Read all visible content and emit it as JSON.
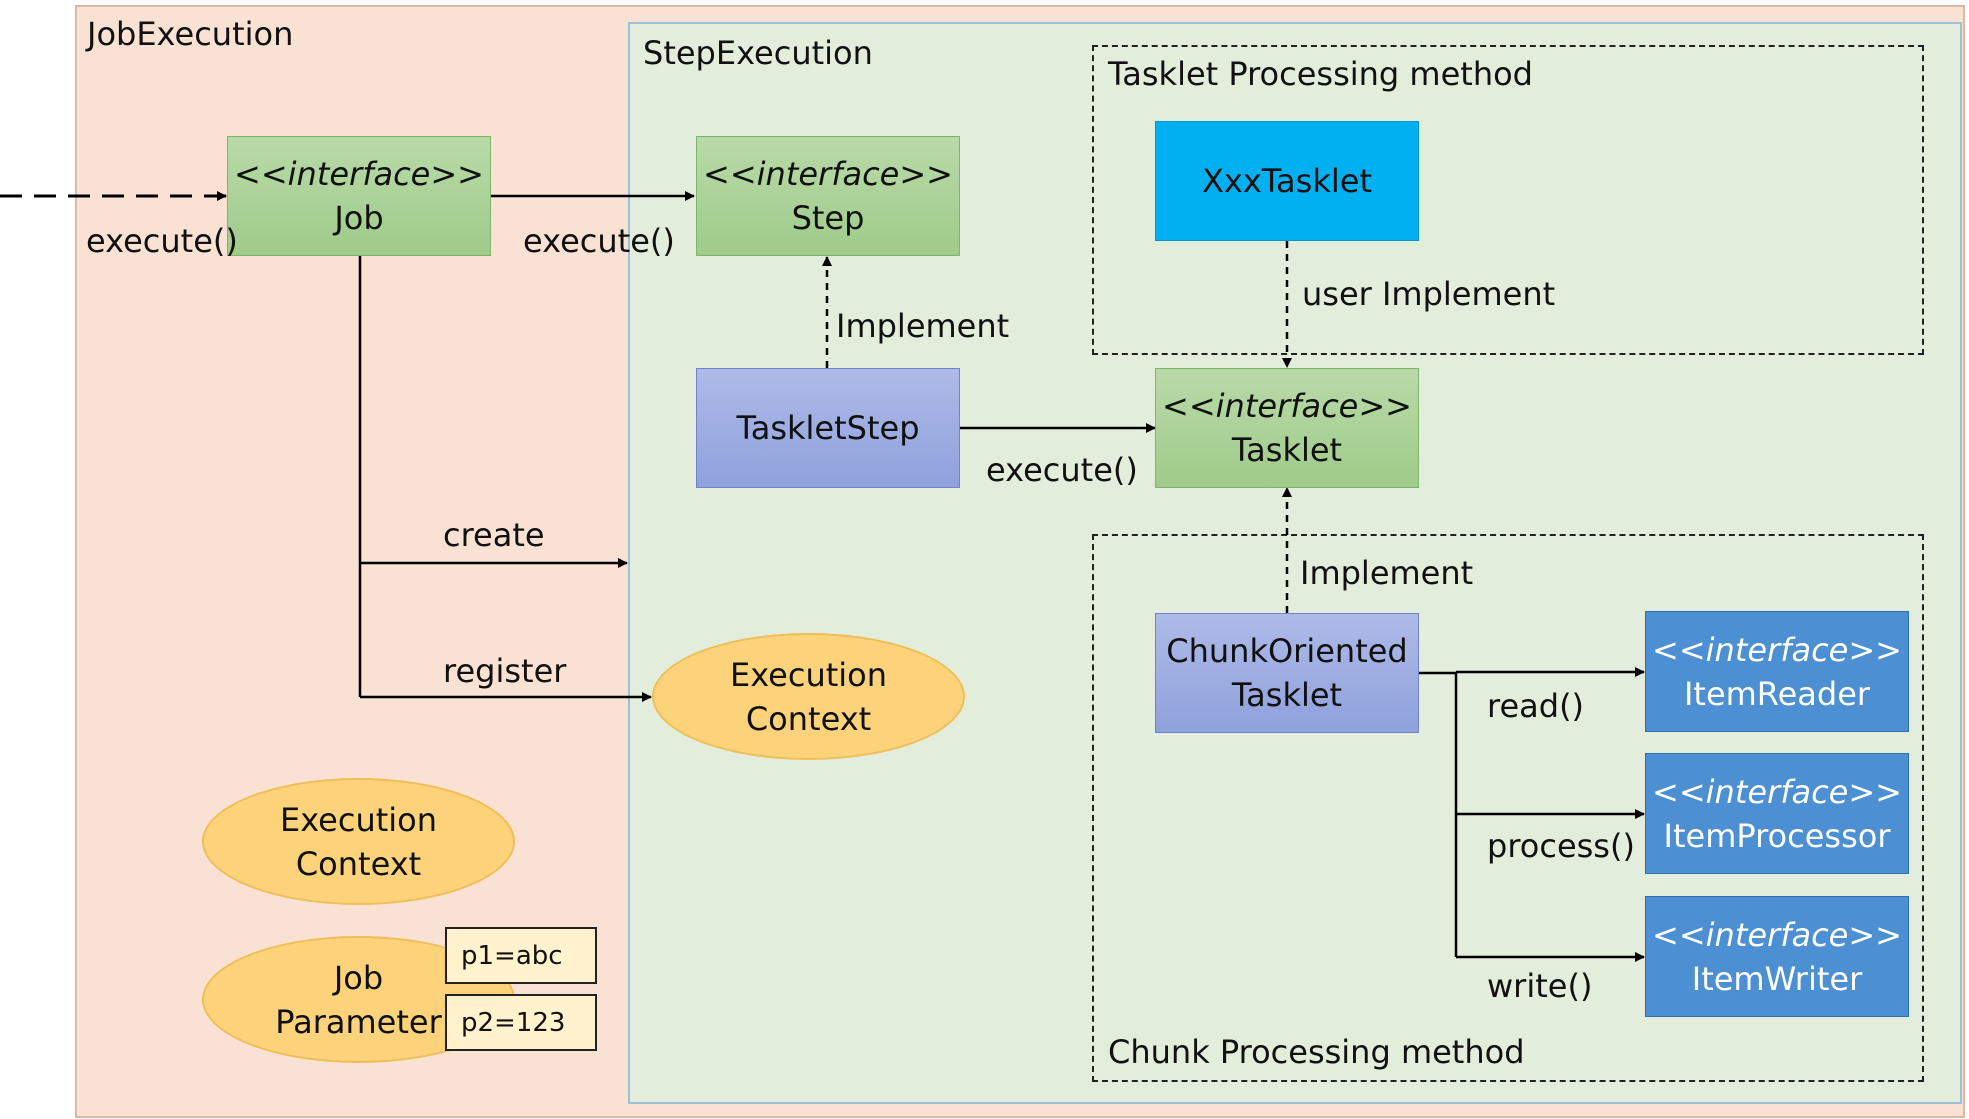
{
  "job_execution": {
    "title": "JobExecution"
  },
  "step_execution": {
    "title": "StepExecution"
  },
  "tasklet_region": {
    "title": "Tasklet Processing method"
  },
  "chunk_region": {
    "title": "Chunk Processing method"
  },
  "nodes": {
    "job": {
      "stereotype": "<<interface>>",
      "name": "Job"
    },
    "step": {
      "stereotype": "<<interface>>",
      "name": "Step"
    },
    "tasklet_step": {
      "name": "TaskletStep"
    },
    "xxx_tasklet": {
      "name": "XxxTasklet"
    },
    "tasklet": {
      "stereotype": "<<interface>>",
      "name": "Tasklet"
    },
    "chunk_tasklet": {
      "line1": "ChunkOriented",
      "line2": "Tasklet"
    },
    "item_reader": {
      "stereotype": "<<interface>>",
      "name": "ItemReader"
    },
    "item_processor": {
      "stereotype": "<<interface>>",
      "name": "ItemProcessor"
    },
    "item_writer": {
      "stereotype": "<<interface>>",
      "name": "ItemWriter"
    },
    "step_context": {
      "line1": "Execution",
      "line2": "Context"
    },
    "job_context": {
      "line1": "Execution",
      "line2": "Context"
    },
    "job_parameter": {
      "line1": "Job",
      "line2": "Parameter"
    }
  },
  "params": [
    "p1=abc",
    "p2=123"
  ],
  "edge_labels": {
    "external_execute": "execute()",
    "job_step_execute": "execute()",
    "tasklet_step_execute": "execute()",
    "step_implement": "Implement",
    "user_implement": "user Implement",
    "chunk_implement": "Implement",
    "create": "create",
    "register": "register",
    "read": "read()",
    "process": "process()",
    "write": "write()"
  }
}
